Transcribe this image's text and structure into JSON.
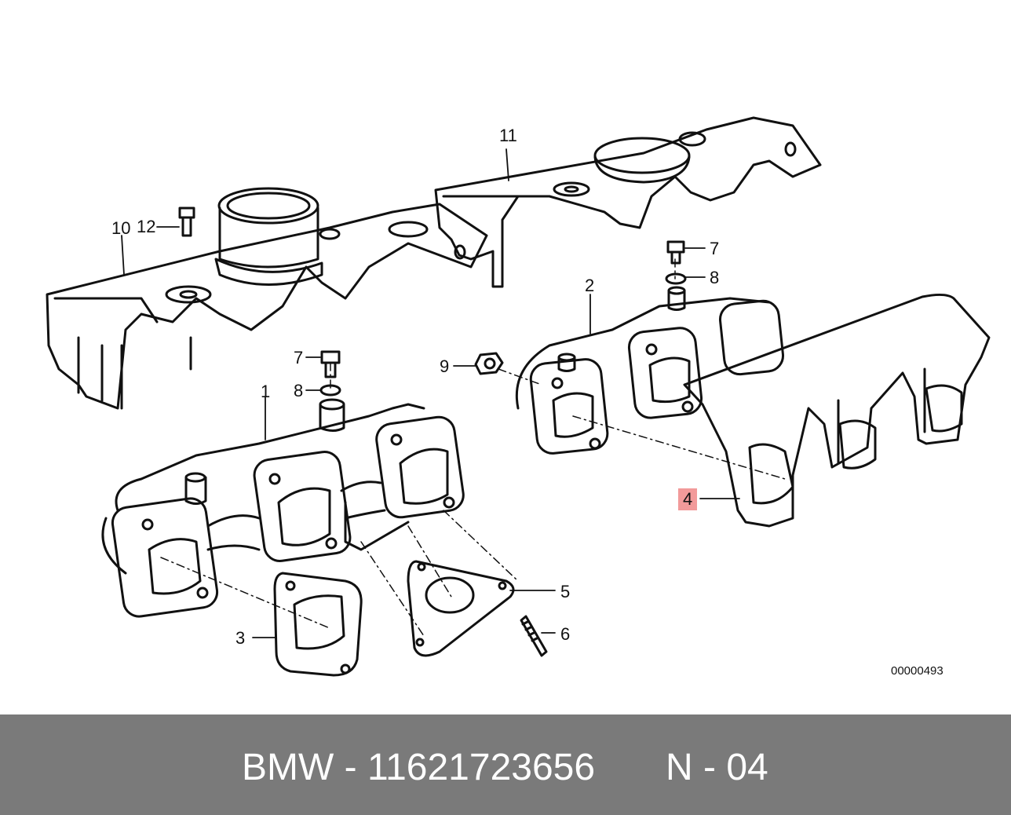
{
  "diagram": {
    "callouts": {
      "c1": "1",
      "c2": "2",
      "c3": "3",
      "c4": "4",
      "c5": "5",
      "c6": "6",
      "c7a": "7",
      "c7b": "7",
      "c8a": "8",
      "c8b": "8",
      "c9": "9",
      "c10": "10",
      "c11": "11",
      "c12": "12"
    },
    "reference_code": "00000493",
    "highlight_color": "#f29a9a",
    "line_color": "#111111"
  },
  "footer": {
    "brand_line": "BMW - 11621723656",
    "part_ref": "N - 04",
    "background": "#7a7a7a"
  }
}
